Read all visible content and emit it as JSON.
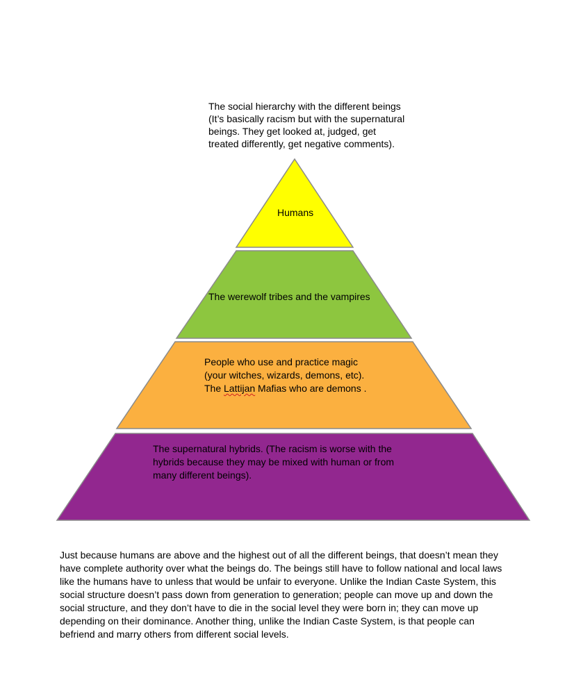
{
  "intro": {
    "lines": [
      "The social hierarchy with the different beings",
      "(It’s basically racism but with the supernatural",
      "beings. They get looked at, judged, get",
      "treated differently, get negative comments)."
    ]
  },
  "tiers": [
    {
      "color": "#ffff00",
      "lines": [
        "Humans"
      ]
    },
    {
      "color": "#8dc63f",
      "lines": [
        "The werewolf tribes and the vampires"
      ]
    },
    {
      "color": "#fbb040",
      "lines": [
        "People who use and practice magic",
        "(your witches, wizards, demons, etc)."
      ],
      "last_line": {
        "before": "The ",
        "flagged_word": "Lattijan",
        "after": " Mafias who are demons ."
      }
    },
    {
      "color": "#92278f",
      "lines": [
        "The supernatural hybrids. (The racism is worse with the",
        "hybrids because they may be mixed with human  or from",
        "many different beings)."
      ]
    }
  ],
  "paragraph": {
    "lines": [
      "Just because humans are above and the highest out of all the different beings, that doesn’t mean they",
      "have complete authority over what the beings do. The beings still have to follow national and local laws",
      "like the humans have to unless that would be unfair to everyone. Unlike the Indian Caste System, this",
      "social structure doesn’t pass down from generation to generation; people can move up and down the",
      "social structure, and they don’t have to die in the social level they were born in; they can move up",
      "depending on their dominance. Another thing, unlike the Indian Caste System, is that people can",
      "befriend and marry others from different social levels."
    ]
  }
}
